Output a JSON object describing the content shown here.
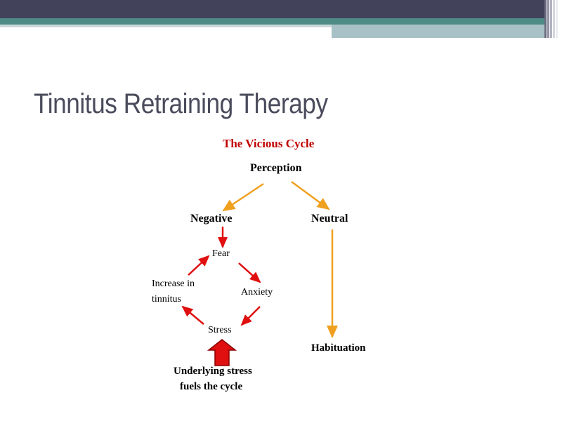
{
  "slide": {
    "title": "Tinnitus Retraining Therapy"
  },
  "diagram": {
    "heading": "The Vicious Cycle",
    "nodes": {
      "perception": "Perception",
      "negative": "Negative",
      "neutral": "Neutral",
      "fear": "Fear",
      "anxiety": "Anxiety",
      "stress": "Stress",
      "increase_line1": "Increase in",
      "increase_line2": "tinnitus",
      "habituation": "Habituation",
      "underlying_line1": "Underlying stress",
      "underlying_line2": "fuels the cycle"
    }
  },
  "colors": {
    "header_dark": "#42435a",
    "header_teal": "#4e8a86",
    "header_blue": "#a7c1c6",
    "title_text": "#4a4b5c",
    "heading_red": "#c00000",
    "arrow_orange": "#f0a020",
    "arrow_red": "#e01010"
  }
}
